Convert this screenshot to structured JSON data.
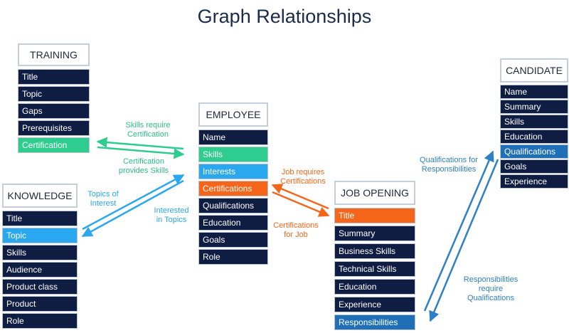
{
  "title": "Graph Relationships",
  "colors": {
    "row_dark": "#0f1d43",
    "green": "#2ecc8f",
    "blue": "#29a8ef",
    "orange": "#f5661b",
    "navy_highlight": "#1e6fb6"
  },
  "entities": {
    "training": {
      "name": "TRAINING",
      "fields": [
        "Title",
        "Topic",
        "Gaps",
        "Prerequisites",
        "Certification"
      ]
    },
    "knowledge": {
      "name": "KNOWLEDGE",
      "fields": [
        "Title",
        "Topic",
        "Skills",
        "Audience",
        "Product class",
        "Product",
        "Role"
      ]
    },
    "employee": {
      "name": "EMPLOYEE",
      "fields": [
        "Name",
        "Skills",
        "Interests",
        "Certifications",
        "Qualifications",
        "Education",
        "Goals",
        "Role"
      ]
    },
    "job_opening": {
      "name": "JOB OPENING",
      "fields": [
        "Title",
        "Summary",
        "Business Skills",
        "Technical Skills",
        "Education",
        "Experience",
        "Responsibilities"
      ]
    },
    "candidate": {
      "name": "CANDIDATE",
      "fields": [
        "Name",
        "Summary",
        "Skills",
        "Education",
        "Qualifications",
        "Goals",
        "Experience"
      ]
    }
  },
  "relationships": {
    "skills_require_cert": [
      "Skills require",
      "Certification"
    ],
    "cert_provides_skills": [
      "Certification",
      "provides Skills"
    ],
    "topics_of_interest": [
      "Topics of",
      "Interest"
    ],
    "interested_in_topics": [
      "Interested",
      "in Topics"
    ],
    "job_requires_certs": [
      "Job requires",
      "Certifications"
    ],
    "certs_for_job": [
      "Certifications",
      "for Job"
    ],
    "quals_for_resp": [
      "Qualifications for",
      "Responsibilities"
    ],
    "resp_require_quals": [
      "Responsibilities",
      "require",
      "Qualifications"
    ]
  }
}
